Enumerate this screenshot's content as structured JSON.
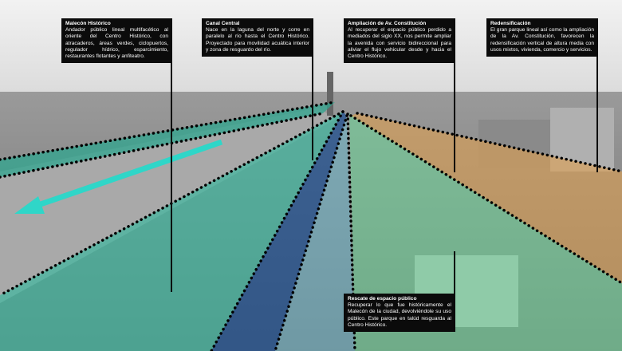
{
  "annotations": [
    {
      "title": "Malecón Histórico",
      "body": "Andador público lineal multifacético al oriente del Centro Histórico, con atracaderos, áreas verdes, ciclopuertos, regulador hídrico, esparcimiento, restaurantes flotantes y anfiteatro."
    },
    {
      "title": "Canal Central",
      "body": "Nace en la laguna del norte y corre en paralelo al río hasta el Centro Histórico. Proyectado para movilidad acuática interior y zona de resguardo del río."
    },
    {
      "title": "Ampliación de Av. Constitución",
      "body": "Al recuperar el espacio público perdido a mediados del siglo XX, nos permite ampliar la avenida con servicio bidireccional para aliviar el flujo vehicular desde y hacia el Centro Histórico."
    },
    {
      "title": "Redensificación",
      "body": "El gran parque lineal así como la ampliación de la Av. Constitución, favorecen la redensificación vertical de altura media con usos mixtos, vivienda, comercio y servicios."
    },
    {
      "title": "Rescate de espacio público",
      "body": "Recuperar lo que fue históricamente el Malecón de la ciudad, devolviéndole su uso público. Este parque en talúd resguarda al Centro Histórico."
    }
  ],
  "colors": {
    "malecon": "#3fb8a0",
    "canal": "#2a5a9a",
    "avenida": "#6fd49a",
    "redensificacion": "#e0a050",
    "arrow": "#2fd6c8"
  }
}
